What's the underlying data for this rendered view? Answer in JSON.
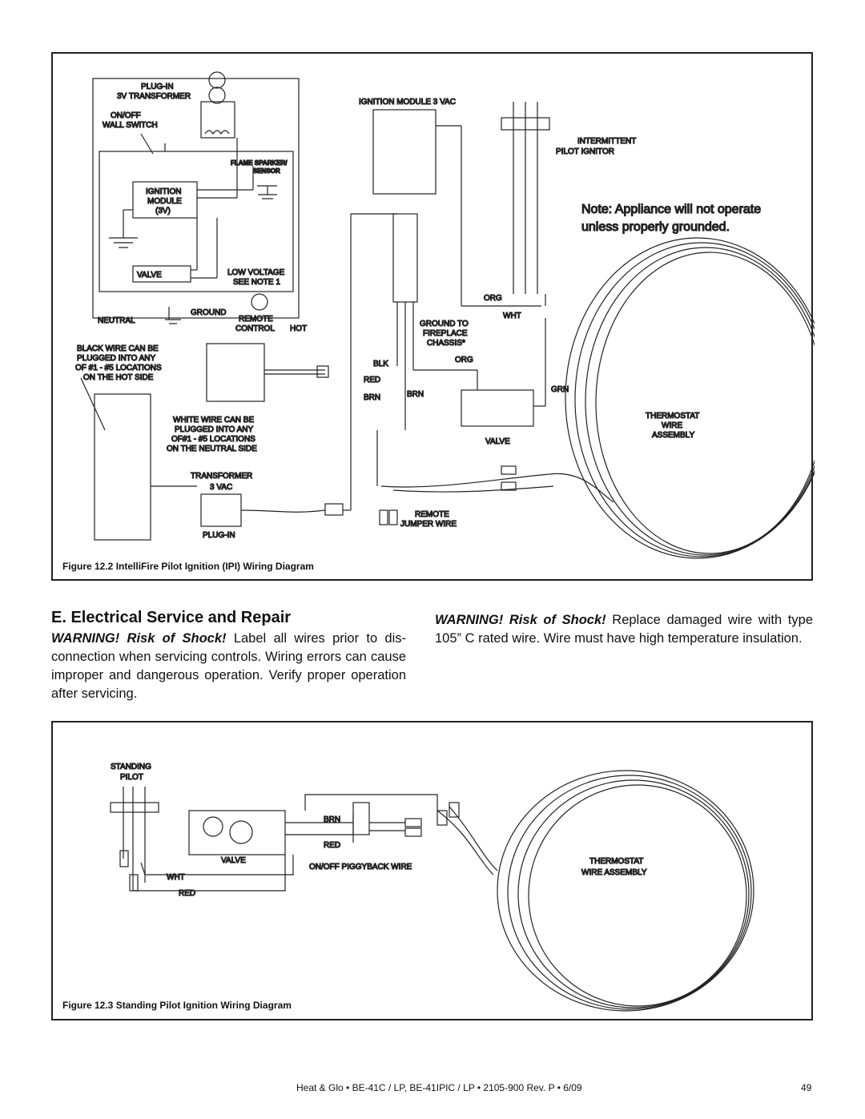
{
  "figure1": {
    "labels": {
      "plug_in": "PLUG-IN",
      "transformer_3v": "3V TRANSFORMER",
      "on_off": "ON/OFF",
      "wall_switch": "WALL SWITCH",
      "flame_sparker": "FLAME SPARKER/",
      "sensor": "SENSOR",
      "ignition": "IGNITION",
      "module": "MODULE",
      "three_v": "(3V)",
      "valve_box": "VALVE",
      "low_voltage": "LOW VOLTAGE",
      "see_note": "SEE NOTE 1",
      "neutral": "NEUTRAL",
      "ground": "GROUND",
      "remote": "REMOTE",
      "control": "CONTROL",
      "hot": "HOT",
      "black_wire_1": "BLACK WIRE CAN BE",
      "black_wire_2": "PLUGGED INTO ANY",
      "black_wire_3": "OF #1 - #5 LOCATIONS",
      "black_wire_4": "ON THE HOT SIDE",
      "white_wire_1": "WHITE WIRE CAN BE",
      "white_wire_2": "PLUGGED INTO ANY",
      "white_wire_3": "OF#1 - #5 LOCATIONS",
      "white_wire_4": "ON THE NEUTRAL SIDE",
      "transformer": "TRANSFORMER",
      "three_vac": "3 VAC",
      "plug_in_bottom": "PLUG-IN",
      "ignition_module_3vac": "IGNITION MODULE 3 VAC",
      "intermittent": "INTERMITTENT",
      "pilot_ignitor": "PILOT IGNITOR",
      "note_line1": "Note: Appliance will not operate",
      "note_line2": "unless properly grounded.",
      "org1": "ORG",
      "wht": "WHT",
      "ground_to": "GROUND TO",
      "fireplace": "FIREPLACE",
      "chassis": "CHASSIS*",
      "blk": "BLK",
      "org2": "ORG",
      "red": "RED",
      "brn1": "BRN",
      "brn2": "BRN",
      "grn": "GRN",
      "valve": "VALVE",
      "thermostat": "THERMOSTAT",
      "wire": "WIRE",
      "assembly": "ASSEMBLY",
      "remote_label": "REMOTE",
      "jumper_wire": "JUMPER WIRE"
    },
    "caption": "Figure 12.2  IntelliFire Pilot Ignition (IPI) Wiring Diagram"
  },
  "section": {
    "title": "E.  Electrical Service and Repair",
    "warning_left_lead": "WARNING! Risk of Shock!",
    "warning_left_body": " Label all wires prior to dis-connection when servicing controls. Wiring errors can cause improper and dangerous operation. Verify proper operation after servicing.",
    "warning_right_lead": "WARNING! Risk of Shock!",
    "warning_right_body": " Replace damaged wire with type 105” C rated wire. Wire must have high temperature insulation."
  },
  "figure2": {
    "labels": {
      "standing": "STANDING",
      "pilot": "PILOT",
      "brn": "BRN",
      "red_top": "RED",
      "valve": "VALVE",
      "piggyback": "ON/OFF PIGGYBACK WIRE",
      "wht": "WHT",
      "red_bottom": "RED",
      "thermostat": "THERMOSTAT",
      "wire_assembly": "WIRE ASSEMBLY"
    },
    "caption": "Figure 12.3  Standing Pilot Ignition Wiring Diagram"
  },
  "footer": {
    "text": "Heat & Glo  •  BE-41C / LP,   BE-41IPIC / LP  •  2105-900  Rev. P  •  6/09",
    "page": "49"
  }
}
